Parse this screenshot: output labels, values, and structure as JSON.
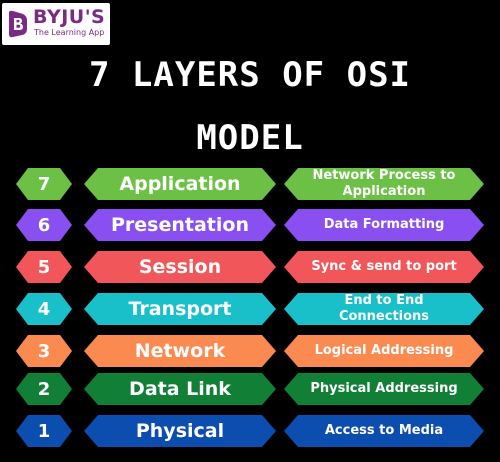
{
  "logo": {
    "name": "BYJU'S",
    "tagline": "The Learning App"
  },
  "title": {
    "line1": "7 LAYERS OF OSI",
    "line2": "MODEL"
  },
  "colors": {
    "background": "#000000",
    "text": "#ffffff",
    "brand": "#7a2a83"
  },
  "layers": [
    {
      "number": "7",
      "name": "Application",
      "description": "Network Process to Application",
      "color": "#6dc046"
    },
    {
      "number": "6",
      "name": "Presentation",
      "description": "Data Formatting",
      "color": "#8a4ff0"
    },
    {
      "number": "5",
      "name": "Session",
      "description": "Sync & send to port",
      "color": "#f0565a"
    },
    {
      "number": "4",
      "name": "Transport",
      "description": "End to End Connections",
      "color": "#19bfc9"
    },
    {
      "number": "3",
      "name": "Network",
      "description": "Logical Addressing",
      "color": "#fb8a51"
    },
    {
      "number": "2",
      "name": "Data Link",
      "description": "Physical Addressing",
      "color": "#127f37"
    },
    {
      "number": "1",
      "name": "Physical",
      "description": "Access to Media",
      "color": "#0c4db0"
    }
  ]
}
